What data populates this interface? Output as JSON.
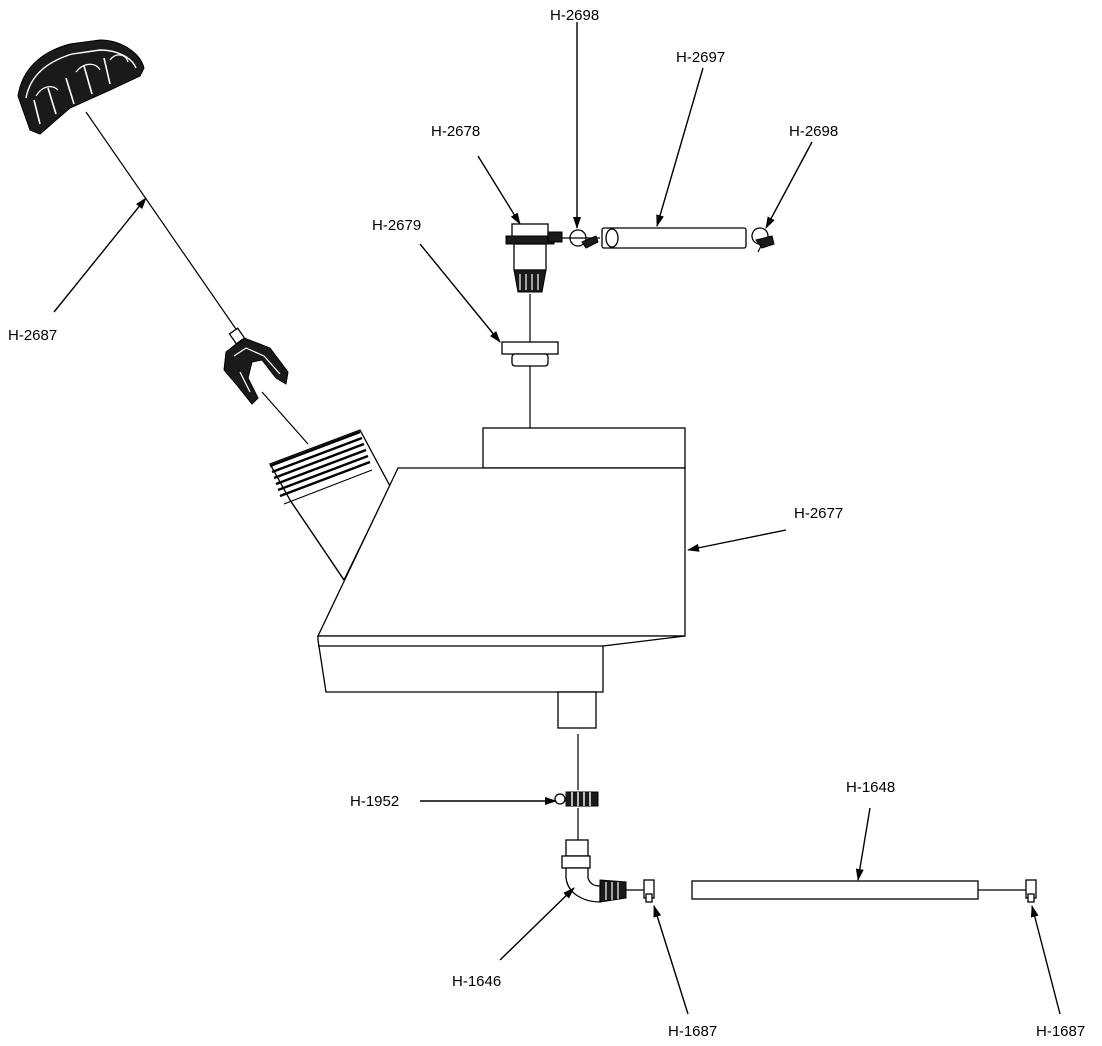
{
  "callouts": {
    "h2698_top": "H-2698",
    "h2697": "H-2697",
    "h2698_right": "H-2698",
    "h2678": "H-2678",
    "h2679": "H-2679",
    "h2687": "H-2687",
    "h2677": "H-2677",
    "h1952": "H-1952",
    "h1648": "H-1648",
    "h1646": "H-1646",
    "h1687_mid": "H-1687",
    "h1687_right": "H-1687"
  }
}
